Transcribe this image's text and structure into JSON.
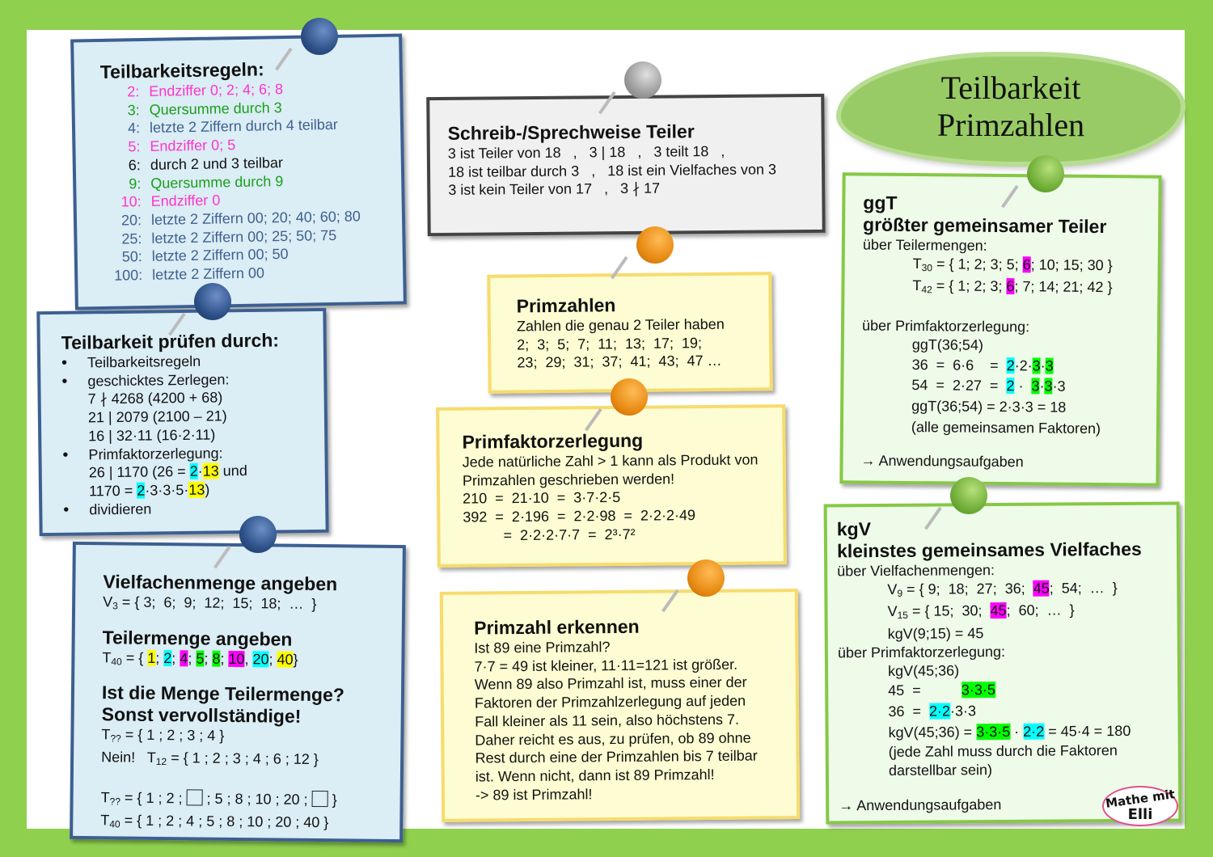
{
  "colors": {
    "page_border": "#8fd14f",
    "rule_magenta": "#ff33cc",
    "rule_green": "#1a9e1a",
    "rule_blue": "#3f5f8f"
  },
  "rules": {
    "title": "Teilbarkeitsregeln:",
    "items": [
      {
        "n": "2:",
        "t": "Endziffer 0; 2; 4; 6; 8",
        "c": "#ff33cc"
      },
      {
        "n": "3:",
        "t": "Quersumme durch 3",
        "c": "#1a9e1a"
      },
      {
        "n": "4:",
        "t": "letzte 2 Ziffern durch 4 teilbar",
        "c": "#3f5f8f"
      },
      {
        "n": "5:",
        "t": "Endziffer 0; 5",
        "c": "#ff33cc"
      },
      {
        "n": "6:",
        "t": "durch 2 und 3 teilbar",
        "c": "#111111"
      },
      {
        "n": "9:",
        "t": "Quersumme durch 9",
        "c": "#1a9e1a"
      },
      {
        "n": "10:",
        "t": "Endziffer 0",
        "c": "#ff33cc"
      },
      {
        "n": "20:",
        "t": "letzte 2 Ziffern 00; 20; 40; 60; 80",
        "c": "#3f5f8f"
      },
      {
        "n": "25:",
        "t": "letzte 2 Ziffern 00; 25; 50; 75",
        "c": "#3f5f8f"
      },
      {
        "n": "50:",
        "t": "letzte 2 Ziffern 00; 50",
        "c": "#3f5f8f"
      },
      {
        "n": "100:",
        "t": "letzte 2 Ziffern 00",
        "c": "#3f5f8f"
      }
    ]
  },
  "pruefen": {
    "title": "Teilbarkeit prüfen durch:",
    "b1": "Teilbarkeitsregeln",
    "b2": "geschicktes Zerlegen:",
    "b2_lines": [
      "7 ∤ 4268 (4200 + 68)",
      "21 | 2079  (2100 – 21)",
      "16 | 32·11  (16·2·11)"
    ],
    "b3": "Primfaktorzerlegung:",
    "b3_l1": [
      "26 | 1170 (26 = ",
      {
        "t": "2",
        "hl": "cyan"
      },
      "·",
      {
        "t": "13",
        "hl": "yellow"
      },
      " und"
    ],
    "b3_l2": [
      "1170 = ",
      {
        "t": "2",
        "hl": "cyan"
      },
      "·3·3·5·",
      {
        "t": "13",
        "hl": "yellow"
      },
      ")"
    ],
    "b4": "dividieren"
  },
  "mengen": {
    "v_title": "Vielfachenmenge angeben",
    "v_line": [
      "V",
      {
        "t": "3",
        "sub": true
      },
      " = { 3;  6;  9;  12;  15;  18;  …  }"
    ],
    "t_title": "Teilermenge angeben",
    "t_line": [
      "T",
      {
        "t": "40",
        "sub": true
      },
      " = { ",
      {
        "t": "1",
        "hl": "yellow"
      },
      "; ",
      {
        "t": "2",
        "hl": "cyan"
      },
      "; ",
      {
        "t": "4",
        "hl": "magenta"
      },
      "; ",
      {
        "t": "5",
        "hl": "green"
      },
      "; ",
      {
        "t": "8",
        "hl": "green"
      },
      "; ",
      {
        "t": "10",
        "hl": "magenta"
      },
      ", ",
      {
        "t": "20",
        "hl": "cyan"
      },
      "; ",
      {
        "t": "40",
        "hl": "yellow"
      },
      "}"
    ],
    "q_title1": "Ist die Menge Teilermenge?",
    "q_title2": "Sonst vervollständige!",
    "q1": [
      "T",
      {
        "t": "??",
        "sub": true
      },
      " = { 1 ; 2 ; 3 ; 4 }"
    ],
    "q2": [
      "Nein!   T",
      {
        "t": "12",
        "sub": true
      },
      " = { 1 ; 2 ; 3 ; 4 ; 6 ; 12 }"
    ],
    "q3": [
      "T",
      {
        "t": "??",
        "sub": true
      },
      " = { 1 ; 2 ; ",
      {
        "box": true
      },
      " ; 5 ; 8 ; 10 ; 20 ; ",
      {
        "box": true
      },
      " }"
    ],
    "q4": [
      "T",
      {
        "t": "40",
        "sub": true
      },
      " = { 1 ; 2 ; 4 ; 5 ; 8 ; 10 ; 20 ; 40 }"
    ]
  },
  "schreib": {
    "title": "Schreib-/Sprechweise Teiler",
    "lines": [
      "3 ist Teiler von 18   ,   3 | 18   ,   3 teilt 18   ,",
      "18 ist teilbar durch 3   ,   18 ist ein Vielfaches von 3",
      "3 ist kein Teiler von 17   ,   3 ∤ 17"
    ]
  },
  "primzahlen": {
    "title": "Primzahlen",
    "lines": [
      "Zahlen die genau 2 Teiler haben",
      "2;  3;  5;  7;  11;  13;  17;  19;",
      "23;  29;  31;  37;  41;  43;  47 …"
    ]
  },
  "pfz": {
    "title": "Primfaktorzerlegung",
    "lines": [
      "Jede natürliche Zahl > 1 kann als Produkt von",
      "Primzahlen geschrieben werden!",
      "210  =  21·10  =  3·7·2·5",
      "392  =  2·196  =  2·2·98  =  2·2·2·49",
      "          =  2·2·2·7·7  =  2³·7²"
    ]
  },
  "erkennen": {
    "title": "Primzahl erkennen",
    "lines": [
      "Ist 89 eine Primzahl?",
      "7·7 = 49 ist kleiner, 11·11=121 ist größer.",
      "Wenn 89 also Primzahl ist, muss einer der",
      "Faktoren der Primzahlzerlegung auf jeden",
      "Fall kleiner als 11 sein, also höchstens 7.",
      "Daher reicht es aus, zu prüfen, ob 89 ohne",
      "Rest durch eine der Primzahlen bis 7 teilbar",
      "ist. Wenn nicht, dann ist 89 Primzahl!",
      "-> 89 ist Primzahl!"
    ]
  },
  "header": {
    "line1": "Teilbarkeit",
    "line2": "Primzahlen"
  },
  "ggt": {
    "title1": "ggT",
    "title2": "größter gemeinsamer Teiler",
    "sub1": "über Teilermengen:",
    "t30": [
      "T",
      {
        "t": "30",
        "sub": true
      },
      " = { 1; 2; 3; 5; ",
      {
        "t": "6",
        "hl": "magenta"
      },
      "; 10; 15; 30 }"
    ],
    "t42": [
      "T",
      {
        "t": "42",
        "sub": true
      },
      " = { 1; 2; 3; ",
      {
        "t": "6",
        "hl": "magenta"
      },
      "; 7; 14; 21; 42 }"
    ],
    "sub2": "über Primfaktorzerlegung:",
    "l1": "ggT(36;54)",
    "l2": [
      "36  =  6·6    =  ",
      {
        "t": "2",
        "hl": "cyan"
      },
      "·2·",
      {
        "t": "3",
        "hl": "green"
      },
      "·",
      {
        "t": "3",
        "hl": "green"
      }
    ],
    "l3": [
      "54  =  2·27  =  ",
      {
        "t": "2",
        "hl": "cyan"
      },
      " ·  ",
      {
        "t": "3",
        "hl": "green"
      },
      "·",
      {
        "t": "3",
        "hl": "green"
      },
      "·3"
    ],
    "l4": "ggT(36;54)  =  2·3·3  =  18",
    "l5": "(alle gemeinsamen Faktoren)",
    "link": "→ Anwendungsaufgaben"
  },
  "kgv": {
    "title1": "kgV",
    "title2": "kleinstes gemeinsames Vielfaches",
    "sub1": "über Vielfachenmengen:",
    "v9": [
      "V",
      {
        "t": "9",
        "sub": true
      },
      " = { 9;  18;  27;  36;  ",
      {
        "t": "45",
        "hl": "magenta"
      },
      ";  54;  …  }"
    ],
    "v15": [
      "V",
      {
        "t": "15",
        "sub": true
      },
      " = { 15;  30;  ",
      {
        "t": "45",
        "hl": "magenta"
      },
      ";  60;  …  }"
    ],
    "l0": "kgV(9;15) = 45",
    "sub2": "über Primfaktorzerlegung:",
    "l1": "kgV(45;36)",
    "l2": [
      "45  =          ",
      {
        "t": "3·3·5",
        "hl": "green"
      }
    ],
    "l3": [
      "36  =  ",
      {
        "t": "2·2",
        "hl": "cyan"
      },
      "·3·3"
    ],
    "l4": [
      "kgV(45;36) = ",
      {
        "t": "3·3·5",
        "hl": "green"
      },
      " · ",
      {
        "t": "2·2",
        "hl": "cyan"
      },
      " = 45·4 = 180"
    ],
    "l5": "(jede Zahl muss durch die Faktoren",
    "l6": "darstellbar sein)",
    "link": "→ Anwendungsaufgaben"
  },
  "logo": {
    "line1": "Mathe mit",
    "line2": "Elli"
  }
}
